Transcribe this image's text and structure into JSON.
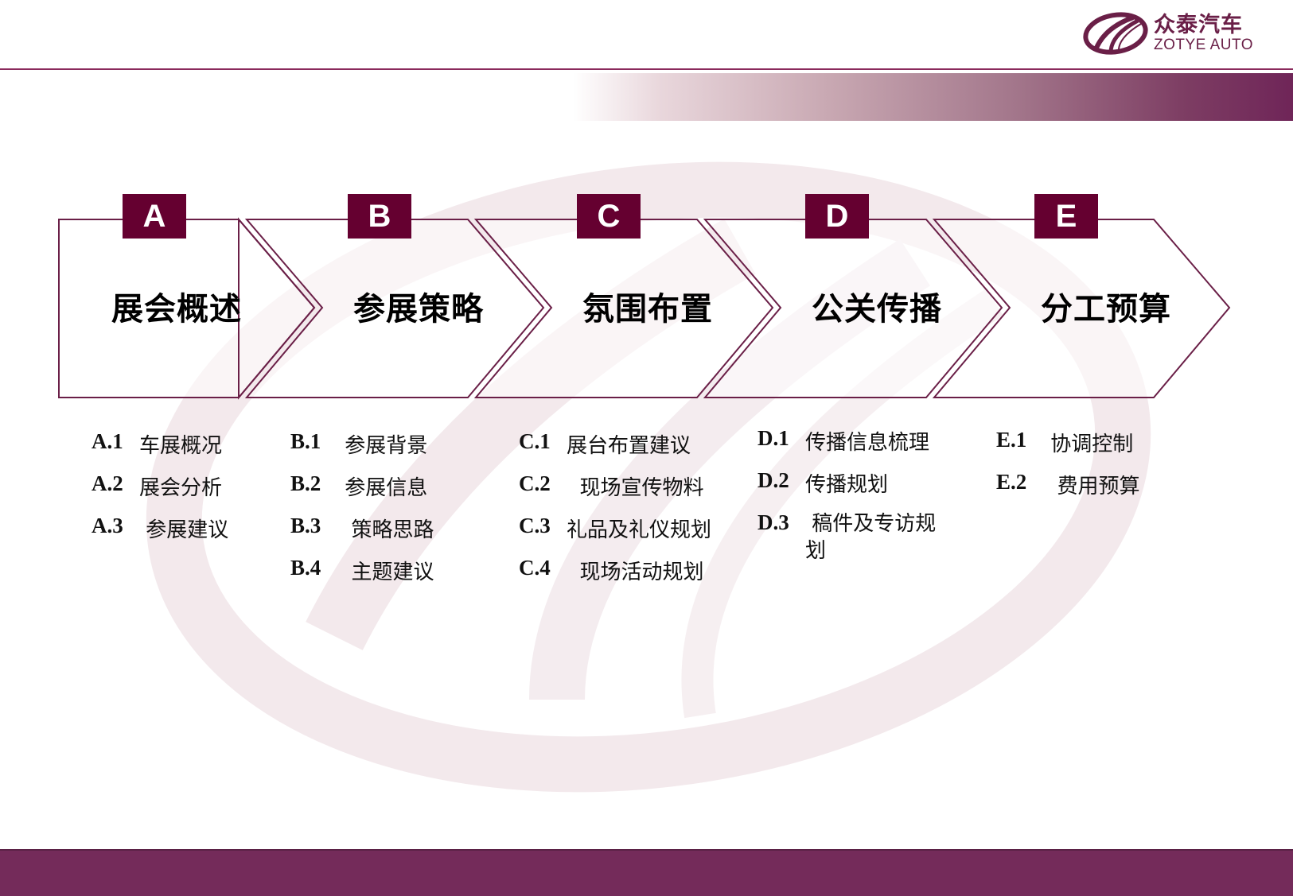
{
  "brand": {
    "name_cn": "众泰汽车",
    "name_en": "ZOTYE AUTO",
    "logo_icon": "zotye-logo-icon",
    "accent_color": "#650030",
    "outline_color": "#6a1f47",
    "footer_color": "#742b5a"
  },
  "steps": [
    {
      "letter": "A",
      "title": "展会概述",
      "items": [
        {
          "code": "A.1",
          "label": "车展概况"
        },
        {
          "code": "A.2",
          "label": "展会分析"
        },
        {
          "code": "A.3",
          "label": " 参展建议"
        }
      ]
    },
    {
      "letter": "B",
      "title": "参展策略",
      "items": [
        {
          "code": "B.1",
          "label": " 参展背景"
        },
        {
          "code": "B.2",
          "label": " 参展信息"
        },
        {
          "code": "B.3",
          "label": "  策略思路"
        },
        {
          "code": "B.4",
          "label": "  主题建议"
        }
      ]
    },
    {
      "letter": "C",
      "title": "氛围布置",
      "items": [
        {
          "code": "C.1",
          "label": "展台布置建议"
        },
        {
          "code": "C.2",
          "label": "  现场宣传物料"
        },
        {
          "code": "C.3",
          "label": "礼品及礼仪规划"
        },
        {
          "code": "C.4",
          "label": "  现场活动规划"
        }
      ]
    },
    {
      "letter": "D",
      "title": "公关传播",
      "items": [
        {
          "code": "D.1",
          "label": "传播信息梳理"
        },
        {
          "code": "D.2",
          "label": "传播规划"
        },
        {
          "code": "D.3",
          "label": " 稿件及专访规划"
        }
      ]
    },
    {
      "letter": "E",
      "title": "分工预算",
      "items": [
        {
          "code": "E.1",
          "label": " 协调控制"
        },
        {
          "code": "E.2",
          "label": "  费用预算"
        }
      ]
    }
  ]
}
